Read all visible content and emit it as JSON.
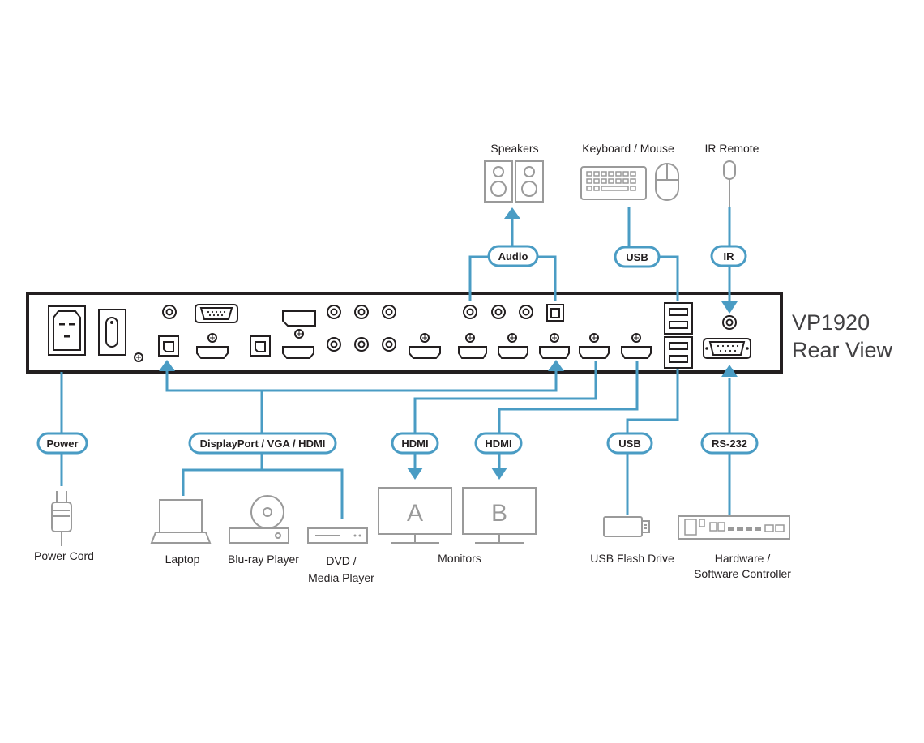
{
  "title": {
    "model": "VP1920",
    "view": "Rear View"
  },
  "connections": {
    "audio": "Audio",
    "usb_top": "USB",
    "ir": "IR",
    "power": "Power",
    "video_in": "DisplayPort / VGA / HDMI",
    "hdmi_a": "HDMI",
    "hdmi_b": "HDMI",
    "usb_bottom": "USB",
    "rs232": "RS-232"
  },
  "devices": {
    "speakers": "Speakers",
    "keyboard_mouse": "Keyboard / Mouse",
    "ir_remote": "IR Remote",
    "power_cord": "Power Cord",
    "laptop": "Laptop",
    "bluray": "Blu-ray Player",
    "dvd_line1": "DVD /",
    "dvd_line2": "Media Player",
    "monitors": "Monitors",
    "monitor_a": "A",
    "monitor_b": "B",
    "usb_flash": "USB Flash Drive",
    "controller_line1": "Hardware /",
    "controller_line2": "Software Controller"
  },
  "colors": {
    "cable": "#4a9cc4",
    "device_outline": "#9a9a9a",
    "panel": "#231f20"
  }
}
